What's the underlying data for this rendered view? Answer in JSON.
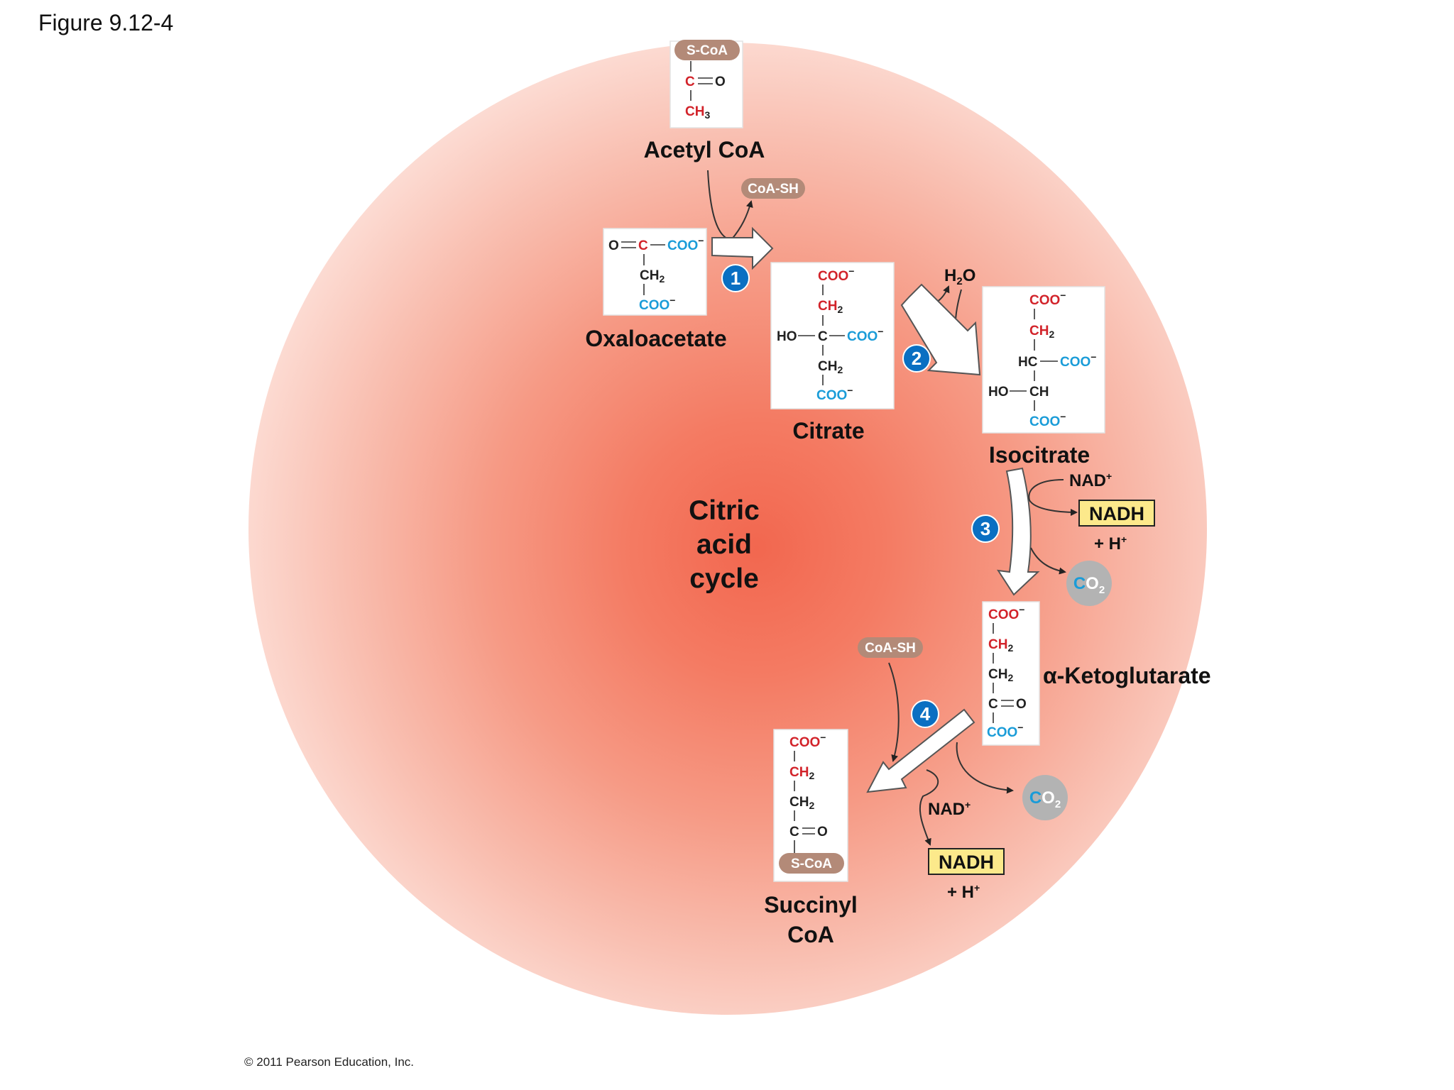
{
  "figure_label": "Figure 9.12-4",
  "copyright": "© 2011 Pearson Education, Inc.",
  "cycle_label": [
    "Citric",
    "acid",
    "cycle"
  ],
  "colors": {
    "red_atom": "#d2232a",
    "blue_atom": "#1a9cd8",
    "coa_pill": "#b38a78",
    "step_circle": "#0a6fc2",
    "nadh_fill": "#fce98b",
    "co2_fill": "#b3b3b3",
    "glow": "#f2674f"
  },
  "molecules": {
    "acetyl_coa": {
      "name": "Acetyl CoA",
      "coa": "S-CoA",
      "c": "C",
      "o": "O",
      "ch": "CH",
      "sub": "3"
    },
    "oxaloacetate": {
      "name": "Oxaloacetate",
      "o": "O",
      "c": "C",
      "coo": "COO",
      "ch": "CH",
      "sub": "2",
      "charge": "−"
    },
    "citrate": {
      "name": "Citrate",
      "ho": "HO",
      "c": "C",
      "coo": "COO",
      "ch": "CH",
      "sub": "2",
      "charge": "−"
    },
    "isocitrate": {
      "name": "Isocitrate",
      "ho": "HO",
      "hc": "HC",
      "chh": "CH",
      "coo": "COO",
      "ch": "CH",
      "sub": "2",
      "charge": "−"
    },
    "alpha_ketoglutarate": {
      "name": "α-Ketoglutarate",
      "c": "C",
      "o": "O",
      "coo": "COO",
      "ch": "CH",
      "sub": "2",
      "charge": "−"
    },
    "succinyl_coa": {
      "name_line1": "Succinyl",
      "name_line2": "CoA",
      "c": "C",
      "o": "O",
      "coo": "COO",
      "ch": "CH",
      "sub": "2",
      "charge": "−",
      "coa": "S-CoA"
    }
  },
  "steps": [
    "1",
    "2",
    "3",
    "4"
  ],
  "coash_1": "CoA-SH",
  "coash_2": "CoA-SH",
  "h2o": {
    "h": "H",
    "sub": "2",
    "o": "O"
  },
  "step3": {
    "nad": "NAD",
    "nad_sup": "+",
    "nadh": "NADH",
    "h": "+ H",
    "h_sup": "+",
    "co2_c": "C",
    "co2_o": "O",
    "co2_sub": "2"
  },
  "step4": {
    "nad": "NAD",
    "nad_sup": "+",
    "nadh": "NADH",
    "h": "+ H",
    "h_sup": "+",
    "co2_c": "C",
    "co2_o": "O",
    "co2_sub": "2"
  }
}
